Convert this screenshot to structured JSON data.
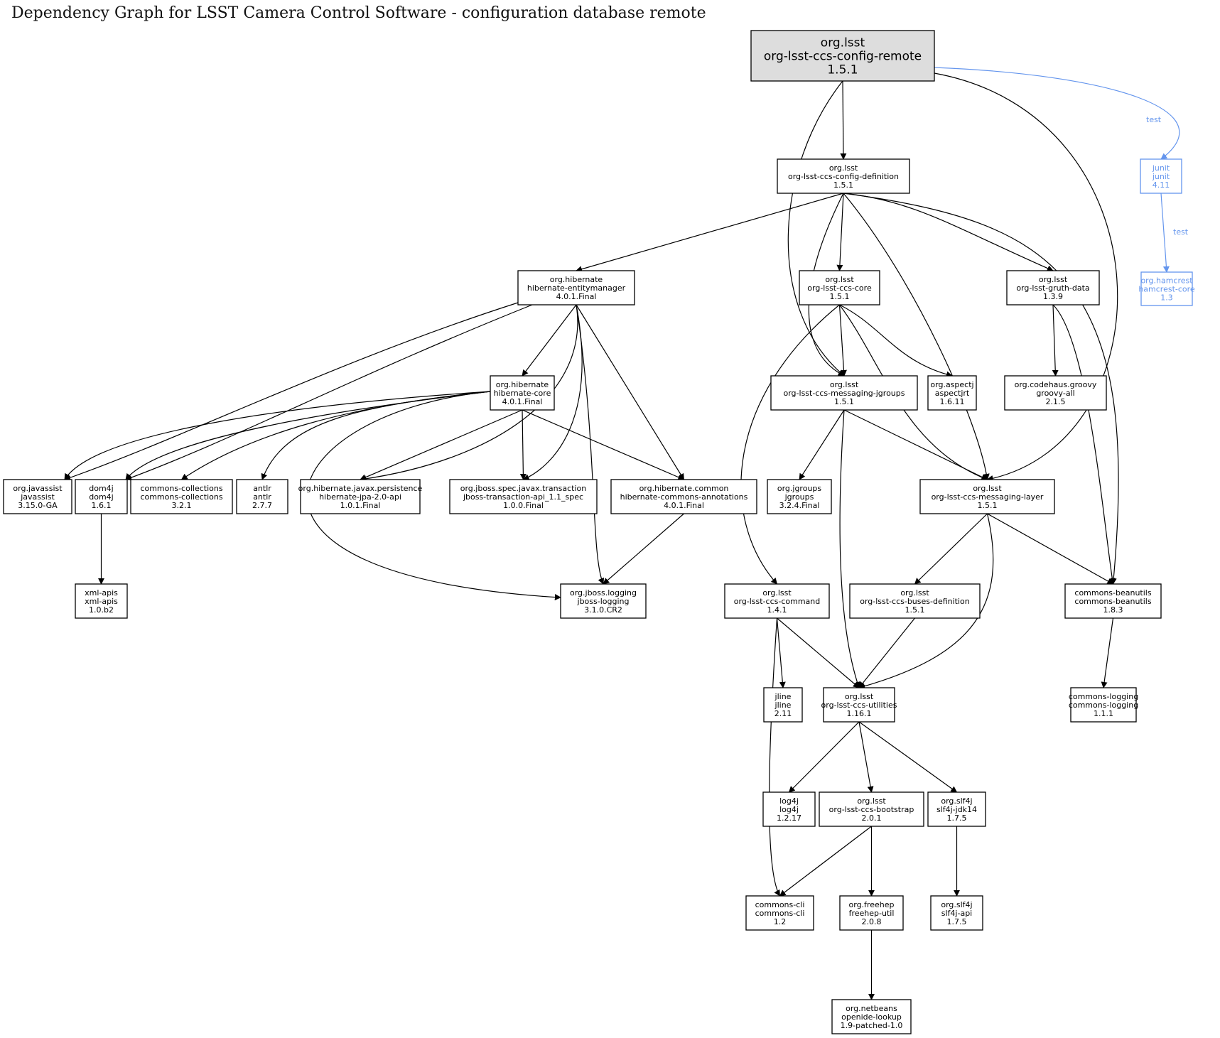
{
  "title": "Dependency Graph for LSST Camera Control Software - configuration database remote",
  "colors": {
    "root_fill": "#dddddd",
    "test_scope": "#6495ed",
    "default": "#000000"
  },
  "nodes": [
    {
      "id": "config-remote",
      "group": "org.lsst",
      "artifact": "org-lsst-ccs-config-remote",
      "version": "1.5.1",
      "kind": "root"
    },
    {
      "id": "config-definition",
      "group": "org.lsst",
      "artifact": "org-lsst-ccs-config-definition",
      "version": "1.5.1",
      "kind": "compile"
    },
    {
      "id": "junit",
      "group": "junit",
      "artifact": "junit",
      "version": "4.11",
      "kind": "test"
    },
    {
      "id": "hamcrest",
      "group": "org.hamcrest",
      "artifact": "hamcrest-core",
      "version": "1.3",
      "kind": "test"
    },
    {
      "id": "entitymanager",
      "group": "org.hibernate",
      "artifact": "hibernate-entitymanager",
      "version": "4.0.1.Final",
      "kind": "compile"
    },
    {
      "id": "ccs-core",
      "group": "org.lsst",
      "artifact": "org-lsst-ccs-core",
      "version": "1.5.1",
      "kind": "compile"
    },
    {
      "id": "gruth-data",
      "group": "org.lsst",
      "artifact": "org-lsst-gruth-data",
      "version": "1.3.9",
      "kind": "compile"
    },
    {
      "id": "hibernate-core",
      "group": "org.hibernate",
      "artifact": "hibernate-core",
      "version": "4.0.1.Final",
      "kind": "compile"
    },
    {
      "id": "messaging-jgroups",
      "group": "org.lsst",
      "artifact": "org-lsst-ccs-messaging-jgroups",
      "version": "1.5.1",
      "kind": "compile"
    },
    {
      "id": "aspectjrt",
      "group": "org.aspectj",
      "artifact": "aspectjrt",
      "version": "1.6.11",
      "kind": "compile"
    },
    {
      "id": "groovy-all",
      "group": "org.codehaus.groovy",
      "artifact": "groovy-all",
      "version": "2.1.5",
      "kind": "compile"
    },
    {
      "id": "javassist",
      "group": "org.javassist",
      "artifact": "javassist",
      "version": "3.15.0-GA",
      "kind": "compile"
    },
    {
      "id": "dom4j",
      "group": "dom4j",
      "artifact": "dom4j",
      "version": "1.6.1",
      "kind": "compile"
    },
    {
      "id": "commons-collections",
      "group": "commons-collections",
      "artifact": "commons-collections",
      "version": "3.2.1",
      "kind": "compile"
    },
    {
      "id": "antlr",
      "group": "antlr",
      "artifact": "antlr",
      "version": "2.7.7",
      "kind": "compile"
    },
    {
      "id": "jpa-api",
      "group": "org.hibernate.javax.persistence",
      "artifact": "hibernate-jpa-2.0-api",
      "version": "1.0.1.Final",
      "kind": "compile"
    },
    {
      "id": "jboss-transaction",
      "group": "org.jboss.spec.javax.transaction",
      "artifact": "jboss-transaction-api_1.1_spec",
      "version": "1.0.0.Final",
      "kind": "compile"
    },
    {
      "id": "commons-annotations",
      "group": "org.hibernate.common",
      "artifact": "hibernate-commons-annotations",
      "version": "4.0.1.Final",
      "kind": "compile"
    },
    {
      "id": "jgroups",
      "group": "org.jgroups",
      "artifact": "jgroups",
      "version": "3.2.4.Final",
      "kind": "compile"
    },
    {
      "id": "messaging-layer",
      "group": "org.lsst",
      "artifact": "org-lsst-ccs-messaging-layer",
      "version": "1.5.1",
      "kind": "compile"
    },
    {
      "id": "xml-apis",
      "group": "xml-apis",
      "artifact": "xml-apis",
      "version": "1.0.b2",
      "kind": "compile"
    },
    {
      "id": "jboss-logging",
      "group": "org.jboss.logging",
      "artifact": "jboss-logging",
      "version": "3.1.0.CR2",
      "kind": "compile"
    },
    {
      "id": "ccs-command",
      "group": "org.lsst",
      "artifact": "org-lsst-ccs-command",
      "version": "1.4.1",
      "kind": "compile"
    },
    {
      "id": "buses-definition",
      "group": "org.lsst",
      "artifact": "org-lsst-ccs-buses-definition",
      "version": "1.5.1",
      "kind": "compile"
    },
    {
      "id": "commons-beanutils",
      "group": "commons-beanutils",
      "artifact": "commons-beanutils",
      "version": "1.8.3",
      "kind": "compile"
    },
    {
      "id": "jline",
      "group": "jline",
      "artifact": "jline",
      "version": "2.11",
      "kind": "compile"
    },
    {
      "id": "ccs-utilities",
      "group": "org.lsst",
      "artifact": "org-lsst-ccs-utilities",
      "version": "1.16.1",
      "kind": "compile"
    },
    {
      "id": "commons-logging",
      "group": "commons-logging",
      "artifact": "commons-logging",
      "version": "1.1.1",
      "kind": "compile"
    },
    {
      "id": "log4j",
      "group": "log4j",
      "artifact": "log4j",
      "version": "1.2.17",
      "kind": "compile"
    },
    {
      "id": "ccs-bootstrap",
      "group": "org.lsst",
      "artifact": "org-lsst-ccs-bootstrap",
      "version": "2.0.1",
      "kind": "compile"
    },
    {
      "id": "slf4j-jdk14",
      "group": "org.slf4j",
      "artifact": "slf4j-jdk14",
      "version": "1.7.5",
      "kind": "compile"
    },
    {
      "id": "commons-cli",
      "group": "commons-cli",
      "artifact": "commons-cli",
      "version": "1.2",
      "kind": "compile"
    },
    {
      "id": "freehep-util",
      "group": "org.freehep",
      "artifact": "freehep-util",
      "version": "2.0.8",
      "kind": "compile"
    },
    {
      "id": "slf4j-api",
      "group": "org.slf4j",
      "artifact": "slf4j-api",
      "version": "1.7.5",
      "kind": "compile"
    },
    {
      "id": "openide-lookup",
      "group": "org.netbeans",
      "artifact": "openide-lookup",
      "version": "1.9-patched-1.0",
      "kind": "compile"
    }
  ],
  "edges": [
    {
      "from": "config-remote",
      "to": "config-definition"
    },
    {
      "from": "config-remote",
      "to": "messaging-jgroups"
    },
    {
      "from": "config-remote",
      "to": "messaging-layer"
    },
    {
      "from": "config-remote",
      "to": "junit",
      "label": "test",
      "kind": "test"
    },
    {
      "from": "junit",
      "to": "hamcrest",
      "label": "test",
      "kind": "test"
    },
    {
      "from": "config-definition",
      "to": "entitymanager"
    },
    {
      "from": "config-definition",
      "to": "ccs-core"
    },
    {
      "from": "config-definition",
      "to": "messaging-jgroups"
    },
    {
      "from": "config-definition",
      "to": "messaging-layer"
    },
    {
      "from": "config-definition",
      "to": "gruth-data"
    },
    {
      "from": "config-definition",
      "to": "commons-beanutils"
    },
    {
      "from": "entitymanager",
      "to": "hibernate-core"
    },
    {
      "from": "entitymanager",
      "to": "javassist"
    },
    {
      "from": "entitymanager",
      "to": "dom4j"
    },
    {
      "from": "entitymanager",
      "to": "jpa-api"
    },
    {
      "from": "entitymanager",
      "to": "jboss-transaction"
    },
    {
      "from": "entitymanager",
      "to": "commons-annotations"
    },
    {
      "from": "entitymanager",
      "to": "jboss-logging"
    },
    {
      "from": "hibernate-core",
      "to": "javassist"
    },
    {
      "from": "hibernate-core",
      "to": "dom4j"
    },
    {
      "from": "hibernate-core",
      "to": "commons-collections"
    },
    {
      "from": "hibernate-core",
      "to": "antlr"
    },
    {
      "from": "hibernate-core",
      "to": "jpa-api"
    },
    {
      "from": "hibernate-core",
      "to": "jboss-transaction"
    },
    {
      "from": "hibernate-core",
      "to": "commons-annotations"
    },
    {
      "from": "hibernate-core",
      "to": "jboss-logging"
    },
    {
      "from": "dom4j",
      "to": "xml-apis"
    },
    {
      "from": "commons-annotations",
      "to": "jboss-logging"
    },
    {
      "from": "ccs-core",
      "to": "messaging-jgroups"
    },
    {
      "from": "ccs-core",
      "to": "aspectjrt"
    },
    {
      "from": "ccs-core",
      "to": "messaging-layer"
    },
    {
      "from": "ccs-core",
      "to": "ccs-command"
    },
    {
      "from": "gruth-data",
      "to": "groovy-all"
    },
    {
      "from": "gruth-data",
      "to": "commons-beanutils"
    },
    {
      "from": "messaging-jgroups",
      "to": "jgroups"
    },
    {
      "from": "messaging-jgroups",
      "to": "messaging-layer"
    },
    {
      "from": "messaging-jgroups",
      "to": "ccs-utilities"
    },
    {
      "from": "messaging-layer",
      "to": "buses-definition"
    },
    {
      "from": "messaging-layer",
      "to": "ccs-utilities"
    },
    {
      "from": "messaging-layer",
      "to": "commons-beanutils"
    },
    {
      "from": "ccs-command",
      "to": "jline"
    },
    {
      "from": "ccs-command",
      "to": "ccs-utilities"
    },
    {
      "from": "ccs-command",
      "to": "commons-cli"
    },
    {
      "from": "buses-definition",
      "to": "ccs-utilities"
    },
    {
      "from": "commons-beanutils",
      "to": "commons-logging"
    },
    {
      "from": "ccs-utilities",
      "to": "log4j"
    },
    {
      "from": "ccs-utilities",
      "to": "ccs-bootstrap"
    },
    {
      "from": "ccs-utilities",
      "to": "slf4j-jdk14"
    },
    {
      "from": "ccs-bootstrap",
      "to": "commons-cli"
    },
    {
      "from": "ccs-bootstrap",
      "to": "freehep-util"
    },
    {
      "from": "slf4j-jdk14",
      "to": "slf4j-api"
    },
    {
      "from": "freehep-util",
      "to": "openide-lookup"
    }
  ]
}
